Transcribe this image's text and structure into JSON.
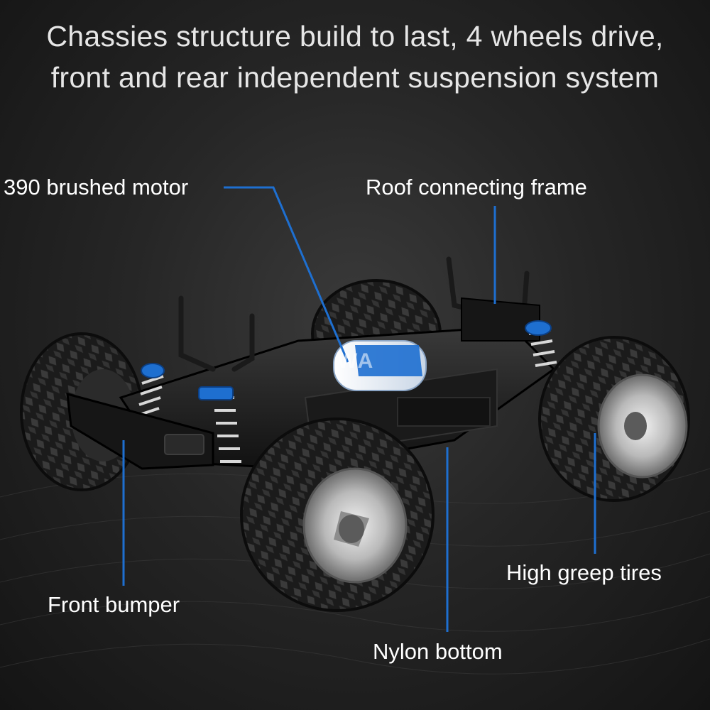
{
  "headline": {
    "line1": "Chassies structure build to last, 4 wheels drive,",
    "line2": "front and rear independent suspension system"
  },
  "callouts": {
    "motor": "390 brushed motor",
    "roof_frame": "Roof connecting frame",
    "front_bumper": "Front bumper",
    "nylon_bottom": "Nylon bottom",
    "tires": "High greep tires"
  },
  "watermark": "WA",
  "colors": {
    "accent": "#1e6fd0",
    "text": "#ffffff",
    "background": "#262626"
  }
}
